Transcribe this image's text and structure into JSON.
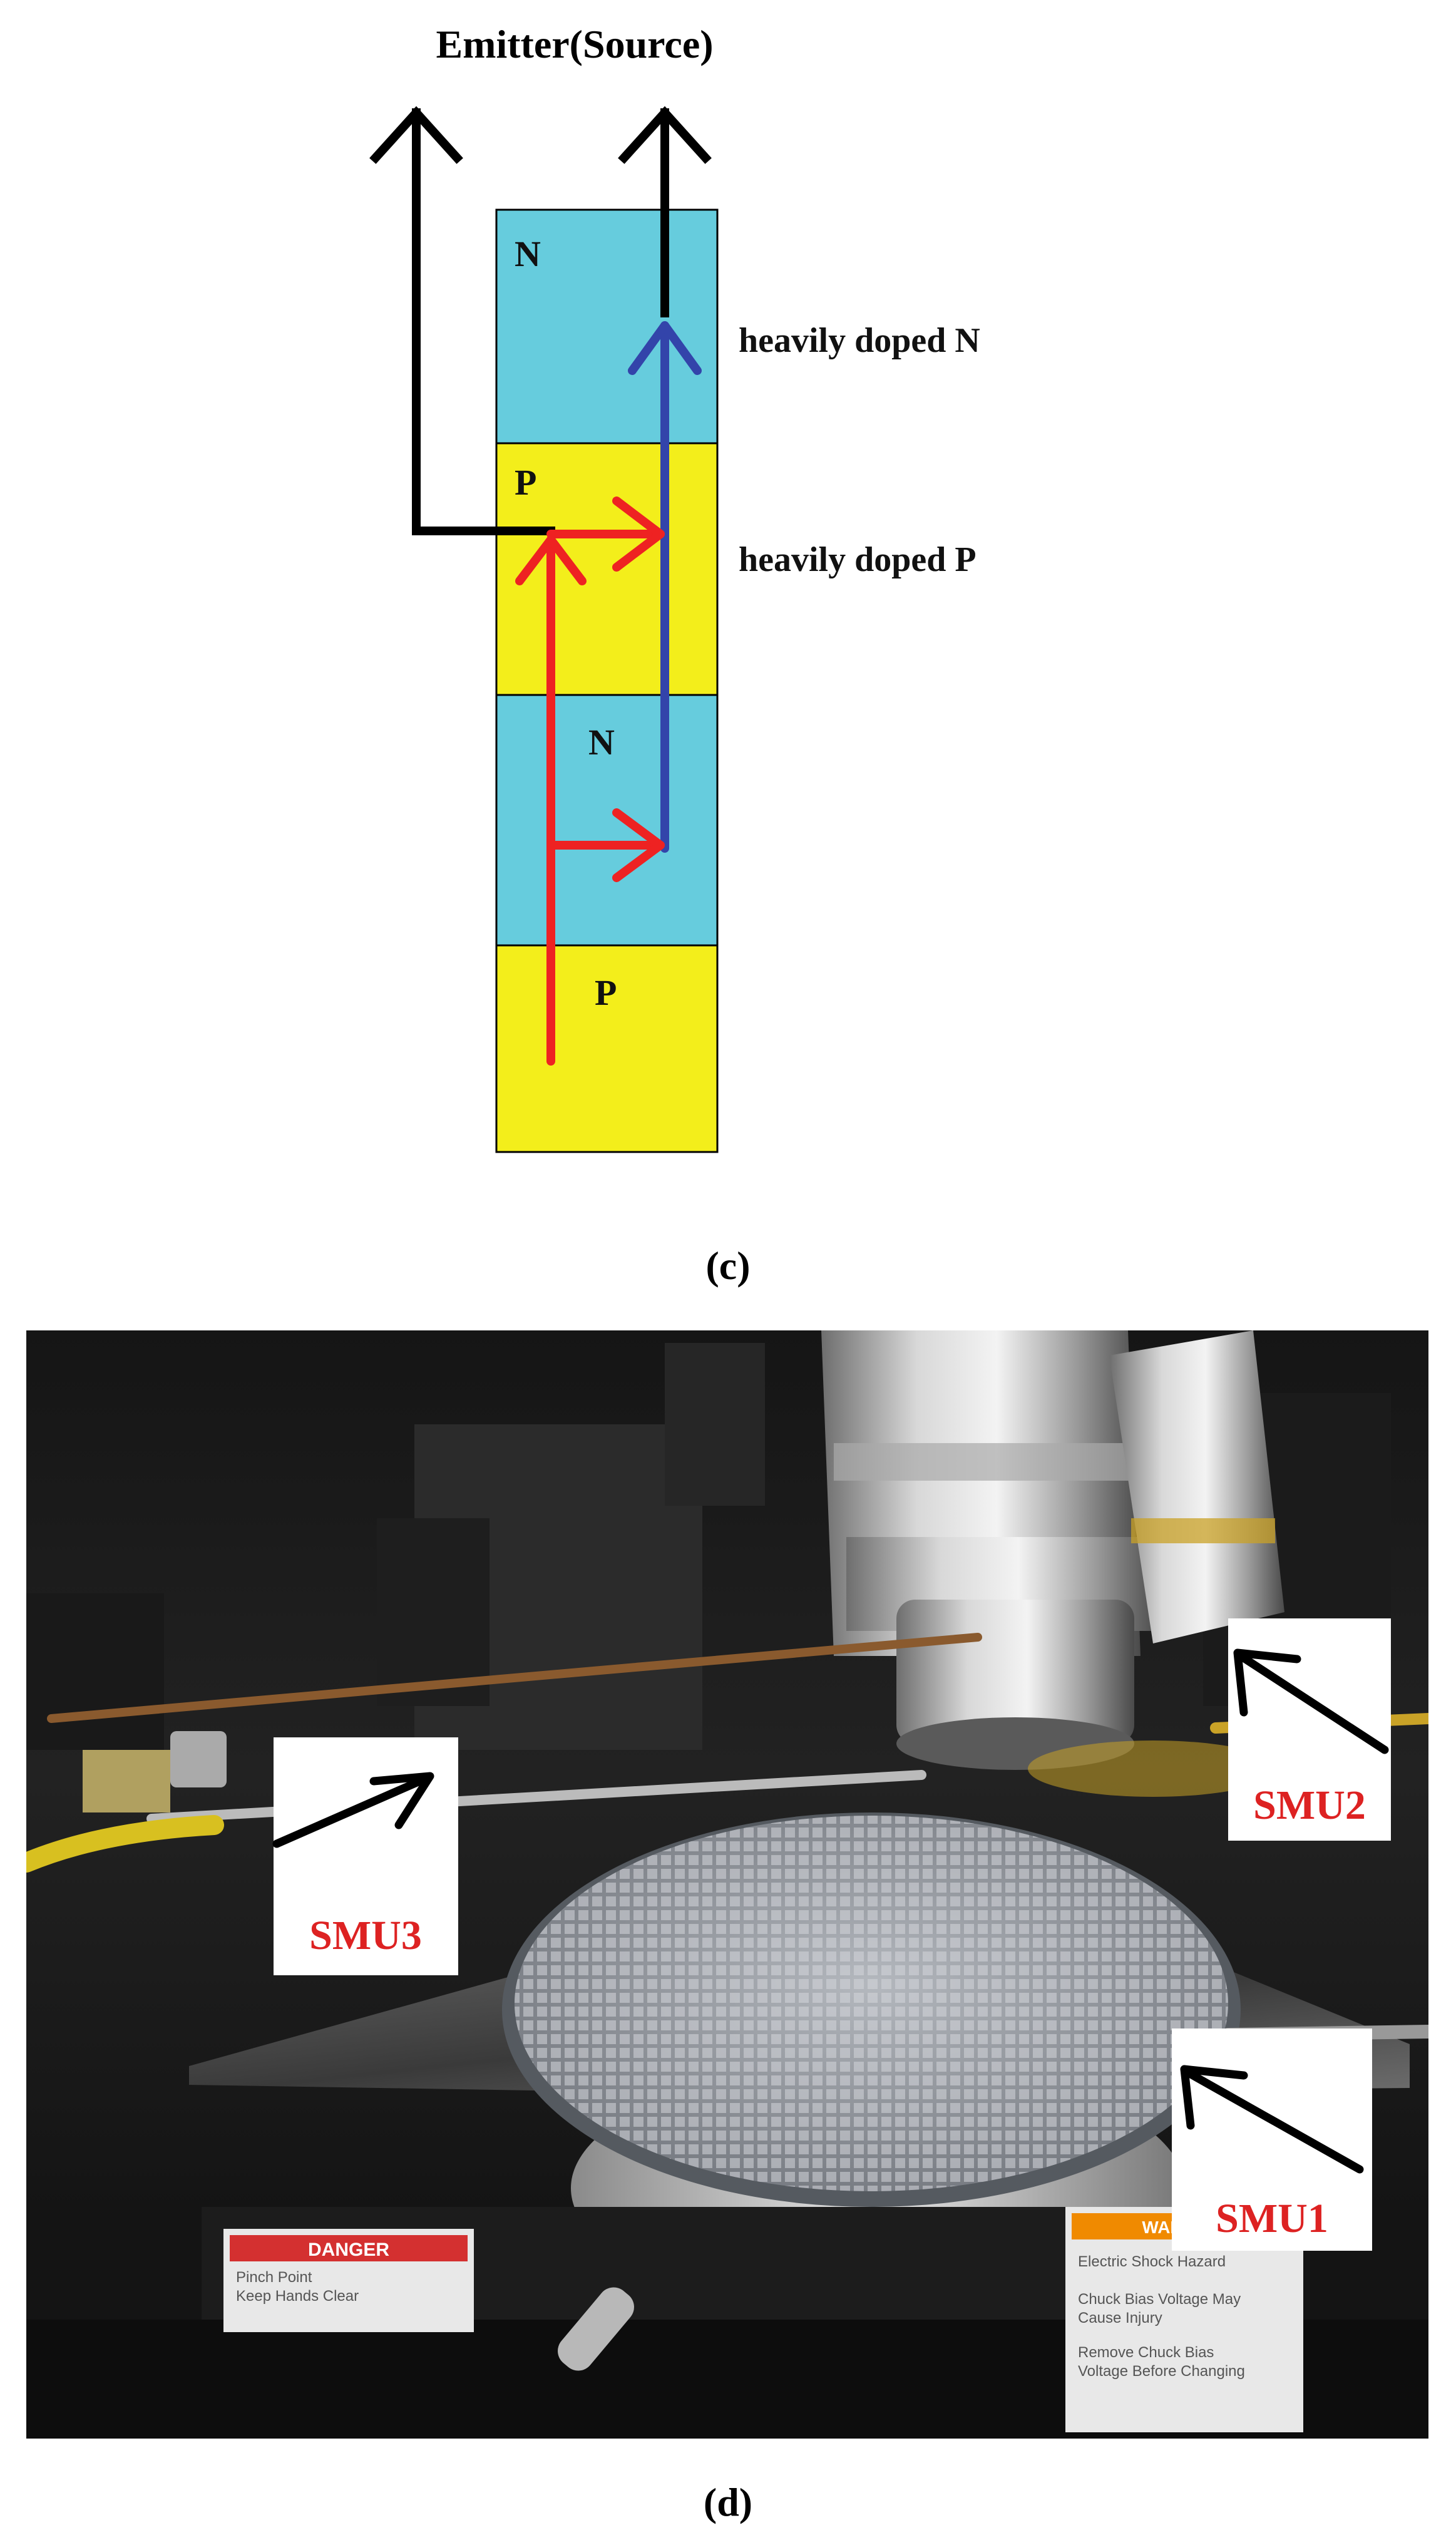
{
  "figure_c": {
    "title": "Emitter(Source)",
    "layer_labels": [
      "N",
      "P",
      "N",
      "P"
    ],
    "annotations": [
      "heavily doped N",
      "heavily doped P"
    ],
    "caption": "(c)",
    "colors": {
      "n_layer": "#66CCDD",
      "p_layer": "#F3EE1B",
      "electron_path": "#3344AA",
      "hole_path": "#EE2222",
      "contact": "#000000"
    }
  },
  "figure_d": {
    "labels": [
      "SMU3",
      "SMU2",
      "SMU1"
    ],
    "signs": {
      "danger_title": "DANGER",
      "danger_text": [
        "Pinch Point",
        "Keep Hands Clear"
      ],
      "warning_title": "WARNING",
      "warning_text": [
        "Electric Shock Hazard",
        "Chuck Bias Voltage May",
        "Cause Injury",
        "Remove Chuck Bias",
        "Voltage Before Changing"
      ]
    },
    "caption": "(d)",
    "colors": {
      "smu_label": "#DD2222"
    }
  }
}
